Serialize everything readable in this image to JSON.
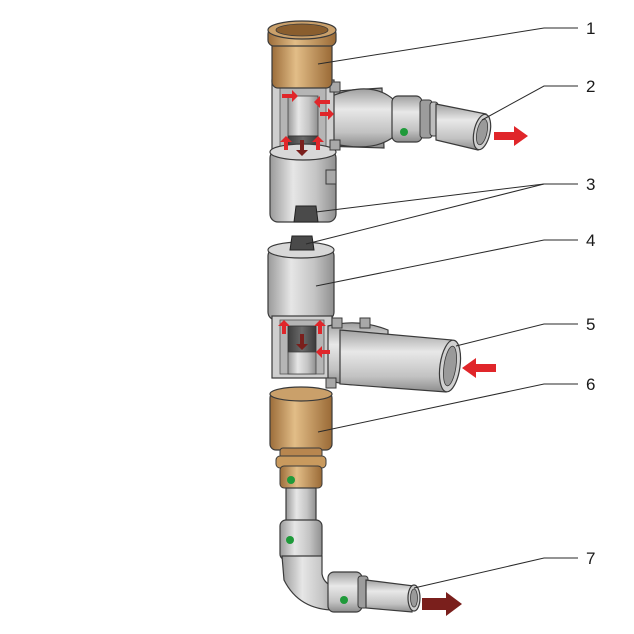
{
  "figure": {
    "callouts": [
      {
        "number": "1",
        "part": "brass-reducing-sleeve"
      },
      {
        "number": "2",
        "part": "outlet-pipe"
      },
      {
        "number": "3",
        "part": "flow-divider"
      },
      {
        "number": "4",
        "part": "lower-tee"
      },
      {
        "number": "5",
        "part": "inlet-pipe"
      },
      {
        "number": "6",
        "part": "brass-adapter"
      },
      {
        "number": "7",
        "part": "elbow-outlet-pipe"
      }
    ],
    "colors": {
      "pipe_light": "#dcdcdc",
      "pipe_mid": "#b9b9b9",
      "pipe_dark": "#8c8c8c",
      "outline": "#3a3a3a",
      "brass_light": "#d9b07a",
      "brass_dark": "#a67a45",
      "press_mark": "#1f9a3a",
      "flow_arrow_red": "#e0262a",
      "flow_arrow_dark": "#7a1f1c",
      "leader": "#2a2a2a"
    }
  }
}
